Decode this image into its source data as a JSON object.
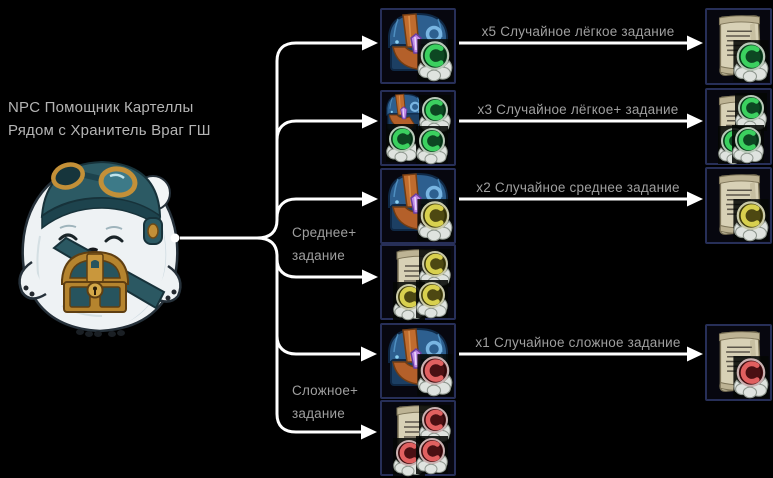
{
  "npc": {
    "caption_line1": "NPC Помощник Картеллы",
    "caption_line2": "Рядом с Хранитель Враг ГШ",
    "illustration": "fluffy-white-creature-with-aviator-goggles-carrying-treasure-chest"
  },
  "rows": [
    {
      "arrow_label": "x5 Случайное лёгкое задание",
      "source_icon": "treasure-chest",
      "source_badge_color": "green",
      "source_badge_count": 1,
      "result_icon": "quest-scroll",
      "result_badge_color": "green",
      "result_badge_count": 1
    },
    {
      "arrow_label": "x3 Случайное лёгкое+ задание",
      "source_icon": "treasure-chest",
      "source_badge_color": "green",
      "source_badge_count": 3,
      "result_icon": "quest-scroll",
      "result_badge_color": "green",
      "result_badge_count": 3
    },
    {
      "arrow_label": "x2 Случайное среднее задание",
      "source_icon": "treasure-chest",
      "source_badge_color": "yellow",
      "source_badge_count": 1,
      "result_icon": "quest-scroll",
      "result_badge_color": "yellow",
      "result_badge_count": 1
    },
    {
      "branch_label_line1": "Среднее+",
      "branch_label_line2": "задание",
      "source_icon": "quest-scroll",
      "source_badge_color": "yellow",
      "source_badge_count": 3
    },
    {
      "arrow_label": "x1 Случайное сложное задание",
      "source_icon": "treasure-chest",
      "source_badge_color": "red",
      "source_badge_count": 1,
      "result_icon": "quest-scroll",
      "result_badge_color": "red",
      "result_badge_count": 1
    },
    {
      "branch_label_line1": "Сложное+",
      "branch_label_line2": "задание",
      "source_icon": "quest-scroll",
      "source_badge_color": "red",
      "source_badge_count": 3
    }
  ],
  "colors": {
    "background": "#000000",
    "connector": "#ffffff",
    "label_text": "#9f9f9f",
    "caption_text": "#b4b4b4",
    "tile_border": "#272f58",
    "emblem_green": "#3bd05f",
    "emblem_yellow": "#d8d04e",
    "emblem_red": "#e06060"
  }
}
